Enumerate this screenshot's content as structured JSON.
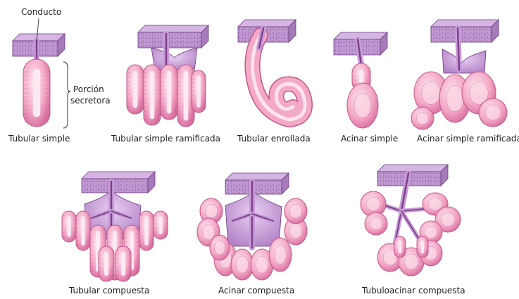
{
  "annotations": {
    "duct": "Conducto",
    "secretory": [
      "Porción",
      "secretora"
    ]
  },
  "glands": [
    {
      "label": "Tubular simple"
    },
    {
      "label": "Tubular simple ramificada"
    },
    {
      "label": "Tubular enrollada"
    },
    {
      "label": "Acinar simple"
    },
    {
      "label": "Acinar simple ramificada"
    },
    {
      "label": "Tubular compuesta"
    },
    {
      "label": "Acinar compuesta"
    },
    {
      "label": "Tubuloacinar compuesta"
    }
  ],
  "colors": {
    "epithelium": "#b98ccc",
    "epithelium_dark": "#6a3a80",
    "duct_lumen": "#7c3f86",
    "secretory": "#f3a6c4",
    "secretory_light": "#fbd6e4",
    "secretory_dark": "#c2578a",
    "lilac_fill": "#c79ad9"
  }
}
